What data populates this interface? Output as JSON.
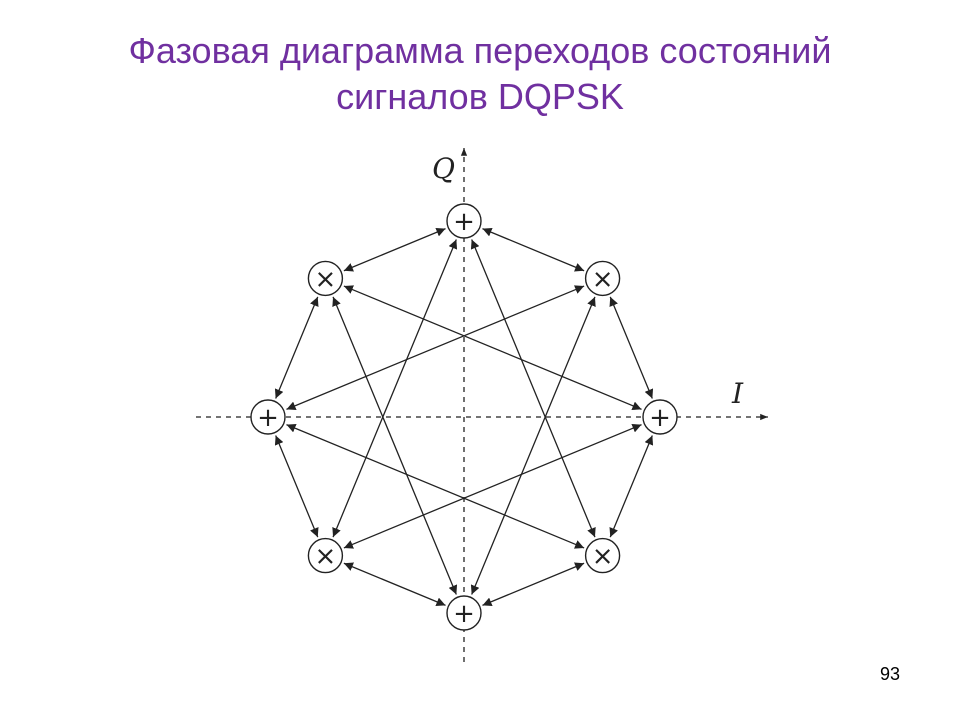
{
  "slide": {
    "title_line1": "Фазовая диаграмма переходов состояний",
    "title_line2": "сигналов  DQPSK",
    "page_number": "93"
  },
  "diagram": {
    "axes": {
      "horizontal_label": "I",
      "vertical_label": "Q"
    },
    "plus_symbol": "+",
    "cross_symbol": "×",
    "states": [
      {
        "angle_deg": 90,
        "type": "plus"
      },
      {
        "angle_deg": 45,
        "type": "cross"
      },
      {
        "angle_deg": 0,
        "type": "plus"
      },
      {
        "angle_deg": -45,
        "type": "cross"
      },
      {
        "angle_deg": -90,
        "type": "plus"
      },
      {
        "angle_deg": -135,
        "type": "cross"
      },
      {
        "angle_deg": 180,
        "type": "plus"
      },
      {
        "angle_deg": 135,
        "type": "cross"
      }
    ],
    "transitions": [
      [
        0,
        1
      ],
      [
        1,
        2
      ],
      [
        2,
        3
      ],
      [
        3,
        4
      ],
      [
        4,
        5
      ],
      [
        5,
        6
      ],
      [
        6,
        7
      ],
      [
        7,
        0
      ],
      [
        0,
        3
      ],
      [
        0,
        5
      ],
      [
        2,
        5
      ],
      [
        2,
        7
      ],
      [
        4,
        7
      ],
      [
        4,
        1
      ],
      [
        6,
        1
      ],
      [
        6,
        3
      ]
    ],
    "colors": {
      "title": "#7030a0",
      "lines": "#222222"
    }
  }
}
